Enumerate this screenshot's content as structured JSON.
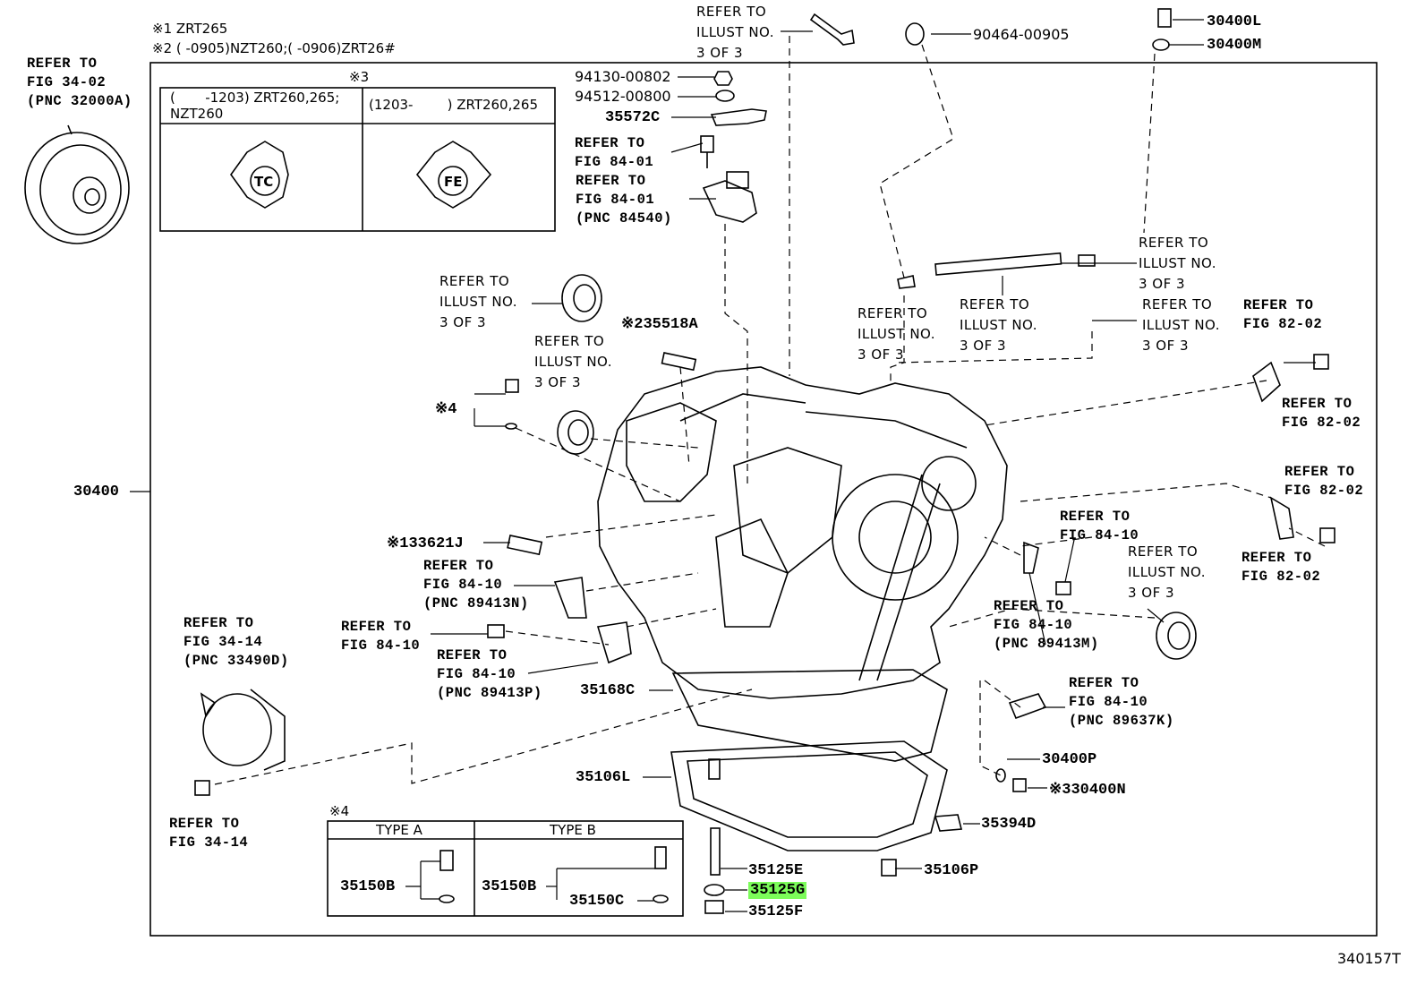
{
  "notes": {
    "note1": "※1 ZRT265",
    "note2": "※2 (       -0905)NZT260;(       -0906)ZRT26#",
    "note3_mark": "※3",
    "note4_mark": "※4"
  },
  "variant_table": {
    "col1_header": "(       -1203) ZRT260,265;\nNZT260",
    "col2_header": "(1203-        ) ZRT260,265",
    "col1_mark": "TC",
    "col2_mark": "FE"
  },
  "type_table": {
    "type_a": "TYPE A",
    "type_b": "TYPE B",
    "a_part": "35150B",
    "b_part_1": "35150B",
    "b_part_2": "35150C"
  },
  "part_numbers": {
    "p30400": "30400",
    "p30400L": "30400L",
    "p30400M": "30400M",
    "p90464": "90464-00905",
    "p94130": "94130-00802",
    "p94512": "94512-00800",
    "p35572C": "35572C",
    "p35518A": "※235518A",
    "p33621J": "※133621J",
    "p35168C": "35168C",
    "p35106L": "35106L",
    "p35125E": "35125E",
    "p35125G": "35125G",
    "p35125F": "35125F",
    "p35106P": "35106P",
    "p35394D": "35394D",
    "p30400P": "30400P",
    "p30400N": "※330400N",
    "x4": "※4"
  },
  "refs": {
    "r_fig34_02": "REFER TO\nFIG 34-02\n(PNC 32000A)",
    "r_illust_top": "REFER TO\nILLUST NO.\n3 OF 3",
    "r_fig84_01a": "REFER TO\nFIG 84-01",
    "r_fig84_01b": "REFER TO\nFIG 84-01\n(PNC 84540)",
    "r_illust_seal1": "REFER TO\nILLUST NO.\n3 OF 3",
    "r_illust_seal2": "REFER TO\nILLUST NO.\n3 OF 3",
    "r_illust_shaft_l": "REFER TO\nILLUST NO.\n3 OF 3",
    "r_illust_shaft_m": "REFER TO\nILLUST NO.\n3 OF 3",
    "r_illust_shaft_r1": "REFER TO\nILLUST NO.\n3 OF 3",
    "r_illust_shaft_r2": "REFER TO\nILLUST NO.\n3 OF 3",
    "r_fig82_02a": "REFER TO\nFIG 82-02",
    "r_fig82_02b": "REFER TO\nFIG 82-02",
    "r_fig82_02c": "REFER TO\nFIG 82-02",
    "r_fig82_02d": "REFER TO\nFIG 82-02",
    "r_fig84_10a": "REFER TO\nFIG 84-10",
    "r_illust_right": "REFER TO\nILLUST NO.\n3 OF 3",
    "r_fig84_10_89413M": "REFER TO\nFIG 84-10\n(PNC 89413M)",
    "r_fig84_10_89637K": "REFER TO\nFIG 84-10\n(PNC 89637K)",
    "r_fig84_10_89413N": "REFER TO\nFIG 84-10\n(PNC 89413N)",
    "r_fig84_10_bolt": "REFER TO\nFIG 84-10",
    "r_fig84_10_89413P": "REFER TO\nFIG 84-10\n(PNC 89413P)",
    "r_fig34_14_pnc": "REFER TO\nFIG 34-14\n(PNC 33490D)",
    "r_fig34_14": "REFER TO\nFIG 34-14"
  },
  "footer": {
    "diagram_id": "340157T"
  },
  "highlight_color": "#7CFC5A"
}
